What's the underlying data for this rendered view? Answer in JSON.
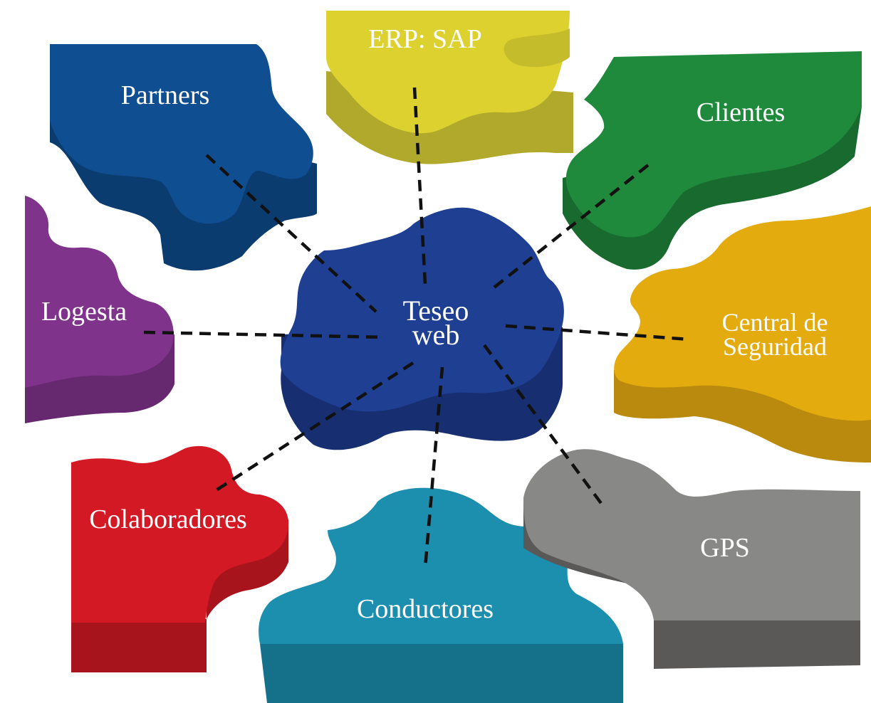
{
  "hub": {
    "name": "hub-teseo-web",
    "lines": [
      "Teseo",
      "web"
    ],
    "top_color": "#1f3f93",
    "side_color": "#172f70"
  },
  "pieces": [
    {
      "id": "erp-sap",
      "lines": [
        "ERP: SAP"
      ],
      "top_color": "#dcd12f",
      "side_color": "#b1a92b"
    },
    {
      "id": "partners",
      "lines": [
        "Partners"
      ],
      "top_color": "#104e92",
      "side_color": "#0b3c70"
    },
    {
      "id": "clientes",
      "lines": [
        "Clientes"
      ],
      "top_color": "#1f8a3c",
      "side_color": "#186a2f"
    },
    {
      "id": "logesta",
      "lines": [
        "Logesta"
      ],
      "top_color": "#7f338b",
      "side_color": "#66286f"
    },
    {
      "id": "central-de-seguridad",
      "lines": [
        "Central de",
        "Seguridad"
      ],
      "top_color": "#e3ab0e",
      "side_color": "#b98a0e"
    },
    {
      "id": "colaboradores",
      "lines": [
        "Colaboradores"
      ],
      "top_color": "#d31a24",
      "side_color": "#a8141c"
    },
    {
      "id": "conductores",
      "lines": [
        "Conductores"
      ],
      "top_color": "#1c8eae",
      "side_color": "#157089"
    },
    {
      "id": "gps",
      "lines": [
        "GPS"
      ],
      "top_color": "#888887",
      "side_color": "#5a5958"
    }
  ]
}
